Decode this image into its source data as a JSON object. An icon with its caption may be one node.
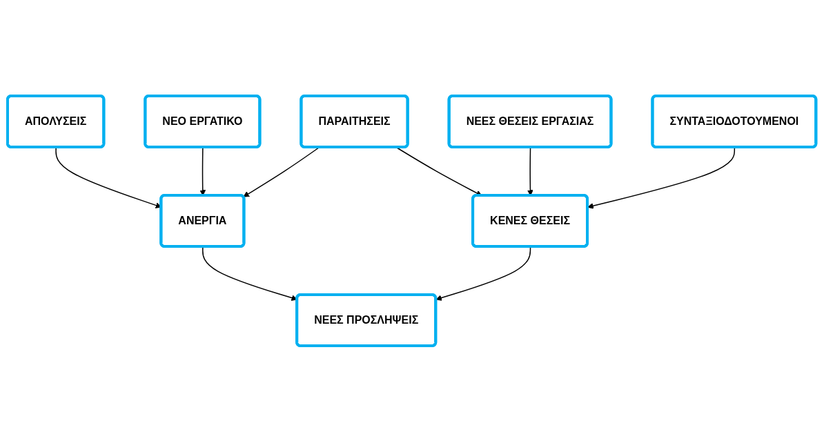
{
  "diagram": {
    "nodes": [
      {
        "text": [
          "ΑΠΟΛΥΣΕΙΣ"
        ]
      },
      {
        "text": [
          "ΠΑΡΑΙΤΗΣΕΙΣ"
        ]
      },
      {
        "text": [
          "ΝΕΕΣ ΘΕΣΕΙΣ ΕΡΓΑΣΙΑΣ"
        ]
      },
      {
        "text": [
          "ΝΕΟ ΕΡΓΑΤΙΚΟ"
        ]
      },
      {
        "text": [
          "ΑΝΕΡΓΙΑ"
        ]
      },
      {
        "text": [
          "ΚΕΝΕΣ ΘΕΣΕΙΣ"
        ]
      },
      {
        "text": [
          "ΣΥΝΤΑΞΙΟΔΟΤΟΥΜΕΝΟΙ"
        ]
      },
      {
        "text": [
          "ΝΕΕΣ ΠΡΟΣΛΗΨΕΙΣ"
        ]
      }
    ],
    "edges": [
      {
        "from": 0,
        "to": 4,
        "arrow": "to"
      },
      {
        "from": 1,
        "to": 4,
        "arrow": "to"
      },
      {
        "from": 1,
        "to": 5,
        "arrow": "to"
      },
      {
        "from": 2,
        "to": 5,
        "arrow": "to"
      },
      {
        "from": 3,
        "to": 4,
        "arrow": "to"
      },
      {
        "from": 6,
        "to": 5,
        "arrow": "to"
      },
      {
        "from": 4,
        "to": 7,
        "arrow": "to"
      },
      {
        "from": 5,
        "to": 7,
        "arrow": "to"
      }
    ]
  }
}
